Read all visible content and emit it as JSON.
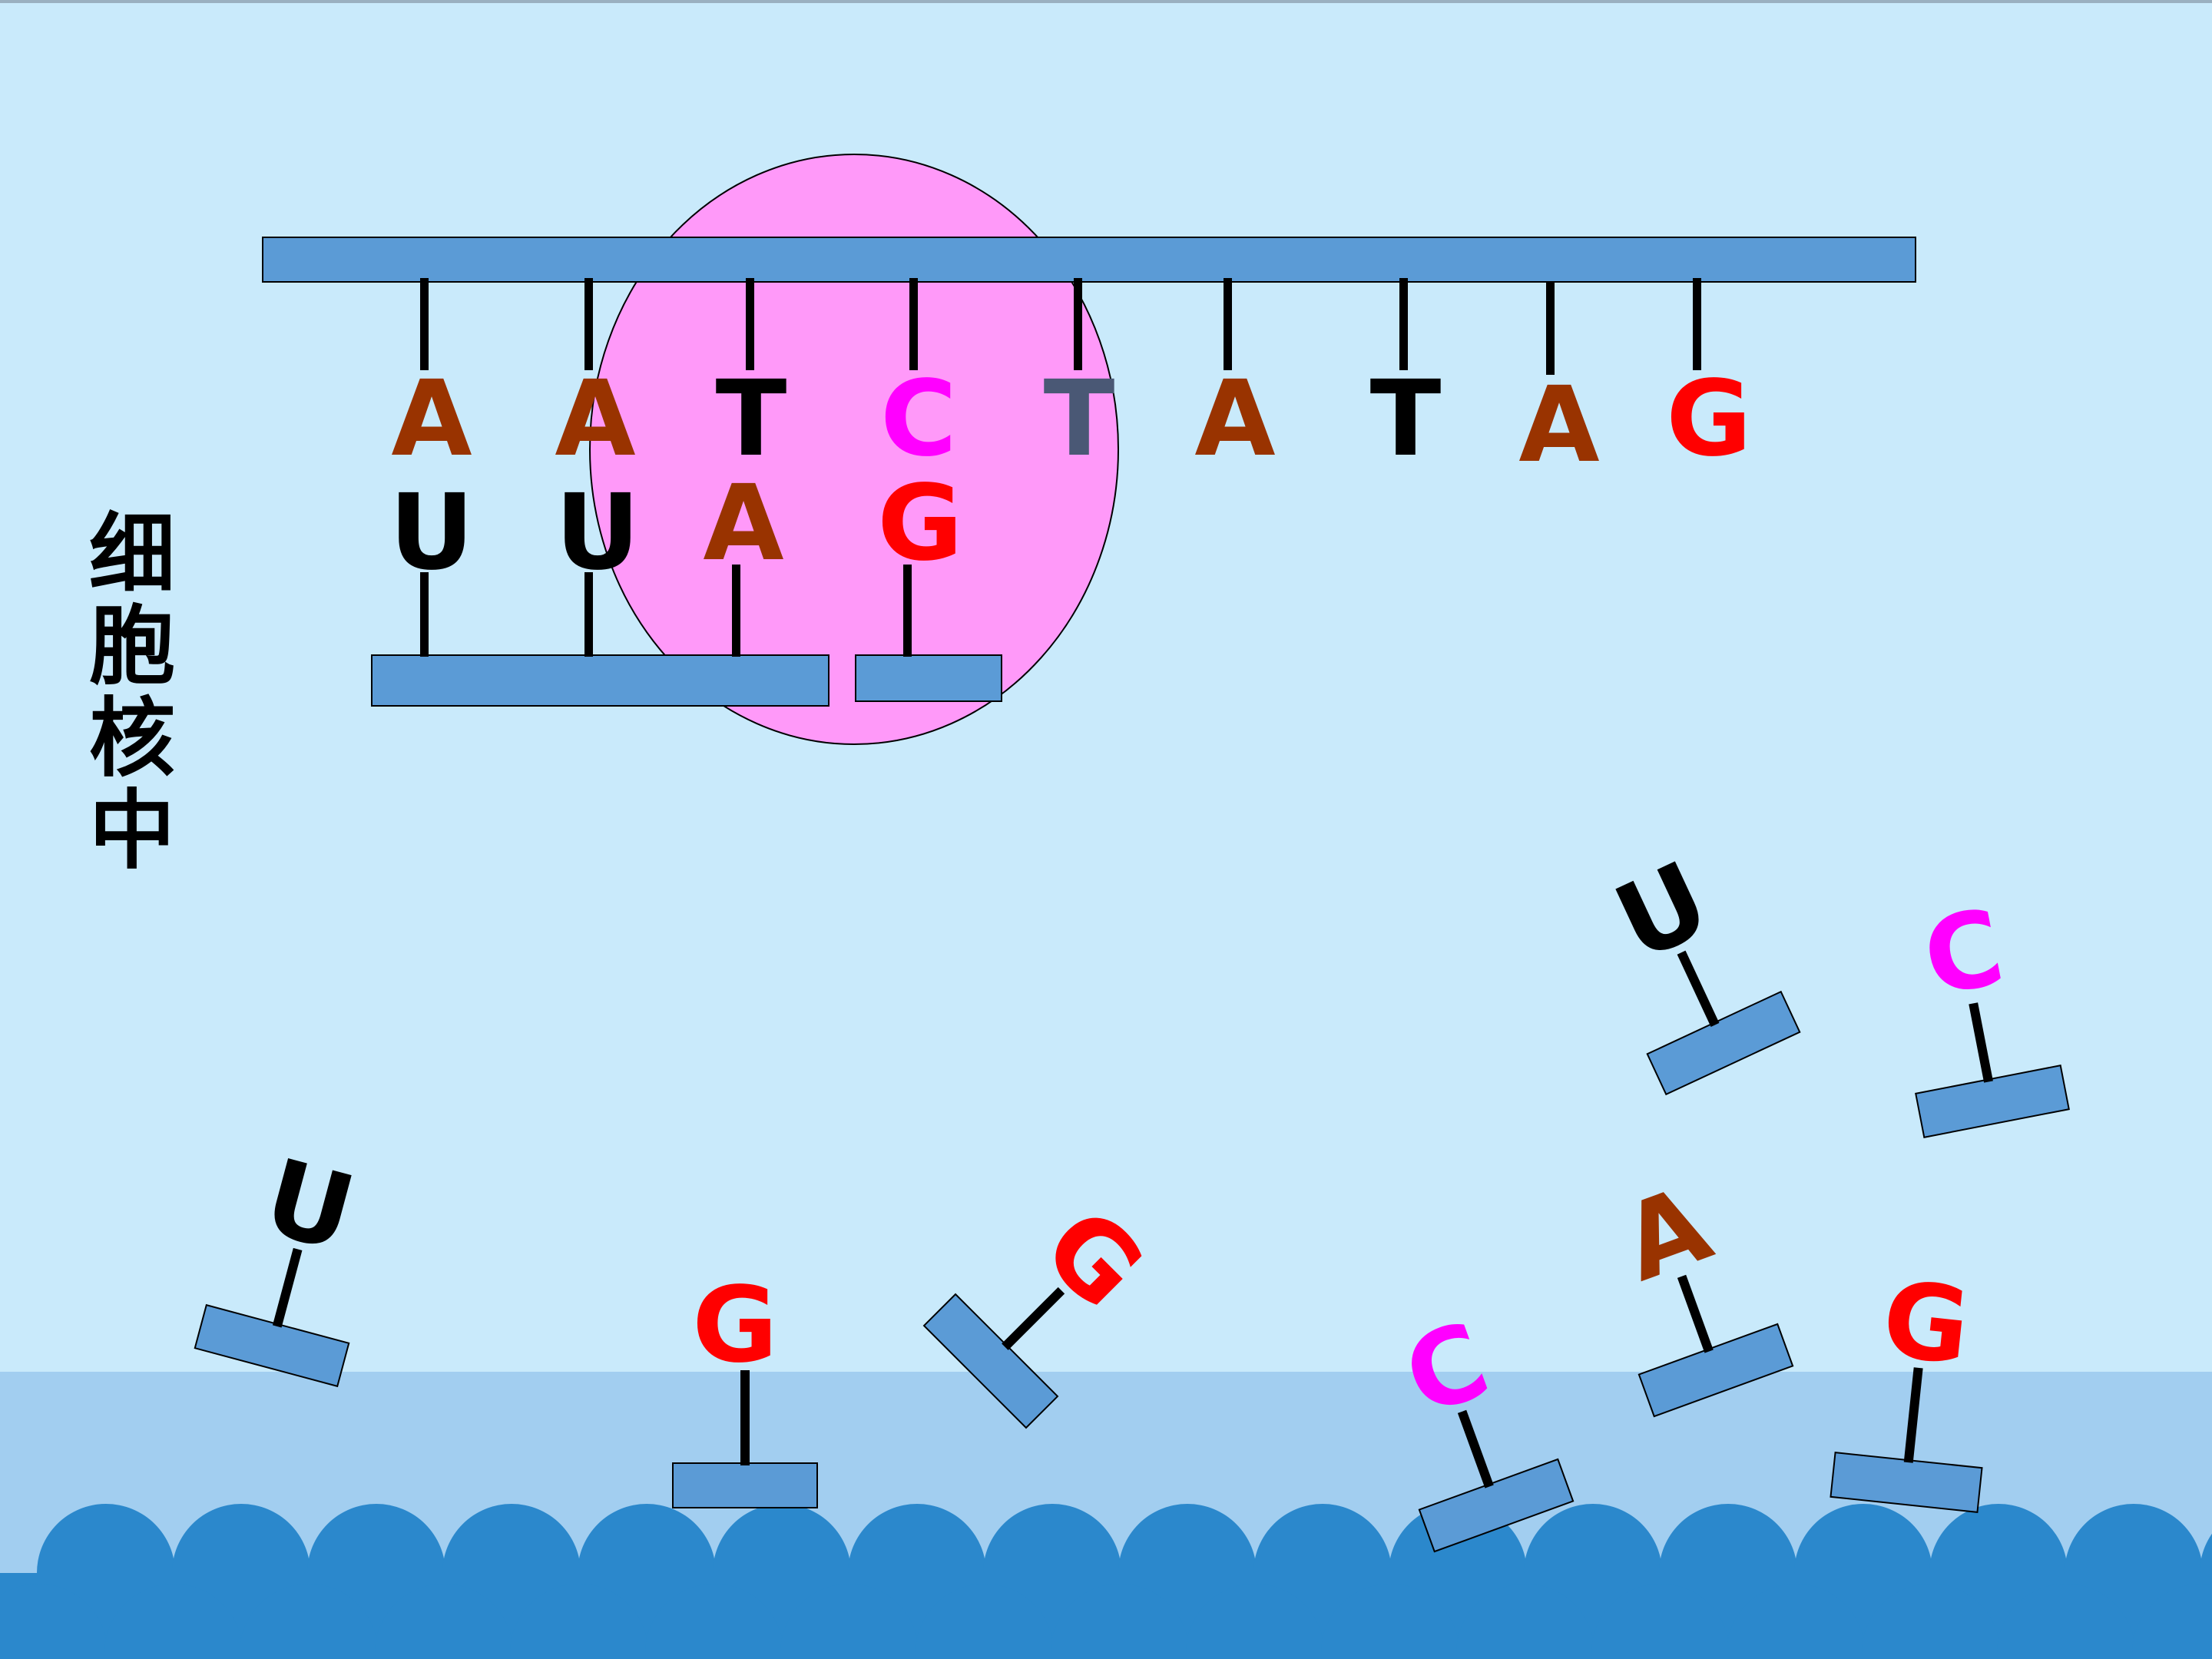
{
  "diagram": {
    "side_label": [
      "细",
      "胞",
      "核",
      "中"
    ],
    "dna_strand": [
      "A",
      "A",
      "T",
      "C",
      "T",
      "A",
      "T",
      "A",
      "G"
    ],
    "rna_strand": [
      "U",
      "U",
      "A",
      "G"
    ],
    "free_nucleotides": [
      "U",
      "G",
      "G",
      "C",
      "A",
      "G",
      "U",
      "C"
    ]
  },
  "colors": {
    "background": "#c9eafb",
    "floor": "#a2cef0",
    "floor_scallop": "#2b88cc",
    "nucleus": "#ff99f9",
    "backbone": "#5b9bd6",
    "A": "#993300",
    "T": "#000000",
    "T_gray": "#4a5875",
    "C": "#ff00ff",
    "G": "#ff0000",
    "U": "#000000"
  }
}
